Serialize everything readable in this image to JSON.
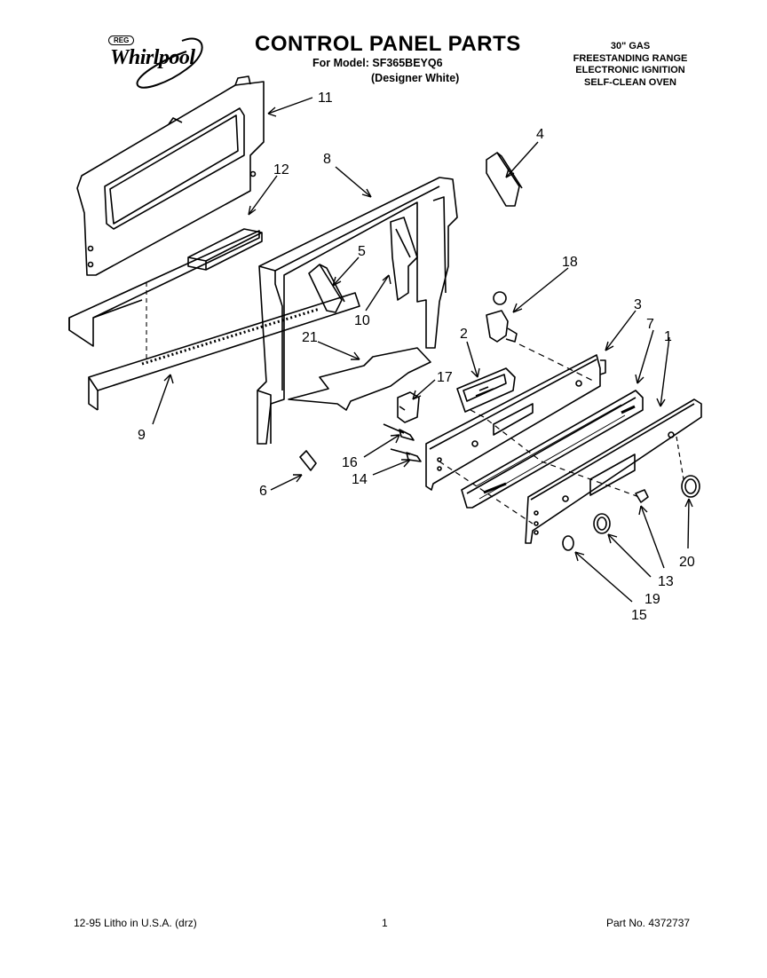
{
  "header": {
    "brand": "Whirlpool",
    "title": "CONTROL PANEL PARTS",
    "model_line": "For Model: SF365BEYQ6",
    "variant_line": "(Designer White)"
  },
  "spec": {
    "lines": [
      "30\" GAS",
      "FREESTANDING RANGE",
      "ELECTRONIC IGNITION",
      "SELF-CLEAN OVEN"
    ]
  },
  "callouts": [
    {
      "id": "11",
      "label": "11"
    },
    {
      "id": "12",
      "label": "12"
    },
    {
      "id": "8",
      "label": "8"
    },
    {
      "id": "4",
      "label": "4"
    },
    {
      "id": "5",
      "label": "5"
    },
    {
      "id": "18",
      "label": "18"
    },
    {
      "id": "10",
      "label": "10"
    },
    {
      "id": "3",
      "label": "3"
    },
    {
      "id": "7",
      "label": "7"
    },
    {
      "id": "1",
      "label": "1"
    },
    {
      "id": "2",
      "label": "2"
    },
    {
      "id": "21",
      "label": "21"
    },
    {
      "id": "17",
      "label": "17"
    },
    {
      "id": "9",
      "label": "9"
    },
    {
      "id": "16",
      "label": "16"
    },
    {
      "id": "14",
      "label": "14"
    },
    {
      "id": "6",
      "label": "6"
    },
    {
      "id": "13",
      "label": "13"
    },
    {
      "id": "20",
      "label": "20"
    },
    {
      "id": "19",
      "label": "19"
    },
    {
      "id": "15",
      "label": "15"
    }
  ],
  "footer": {
    "left": "12-95 Litho in U.S.A. (drz)",
    "center": "1",
    "right": "Part No. 4372737"
  }
}
